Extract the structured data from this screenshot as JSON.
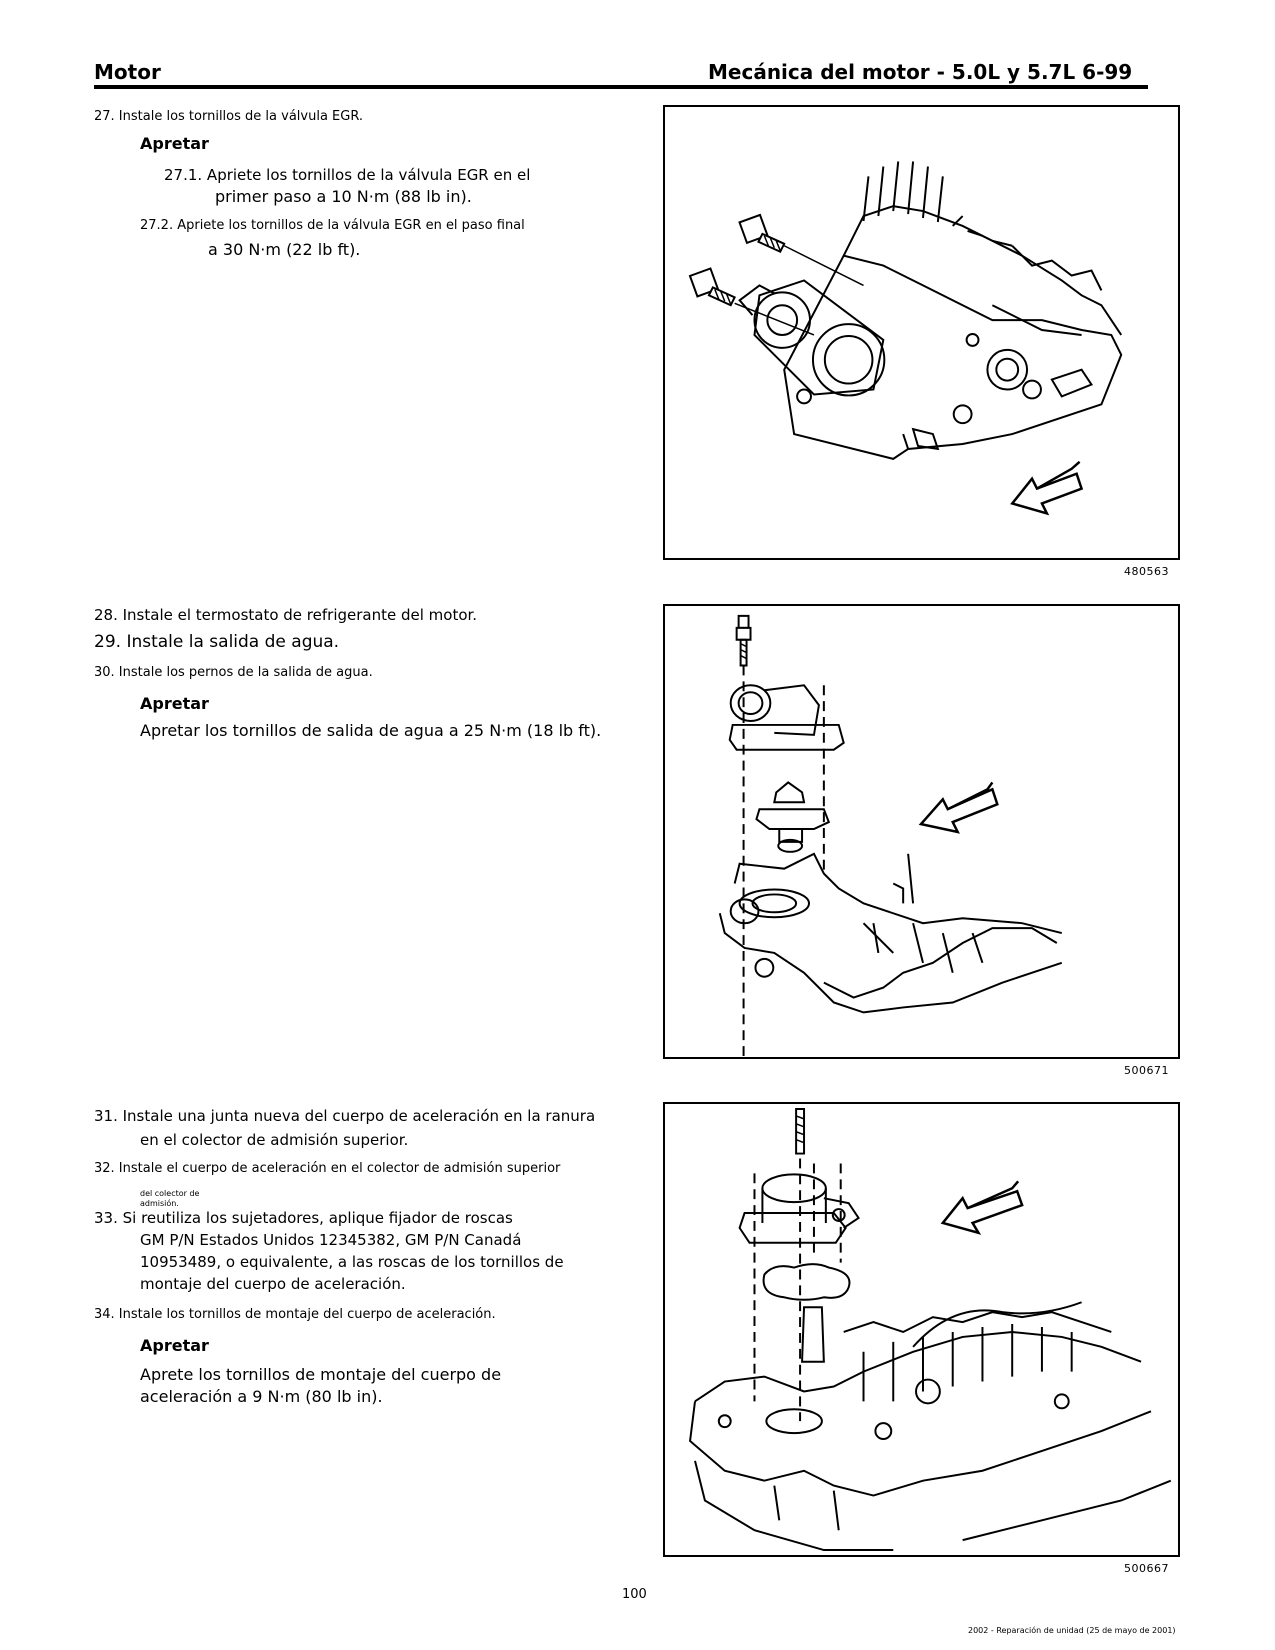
{
  "header": {
    "left": "Motor",
    "right": "Mecánica del motor - 5.0L y 5.7L 6-99"
  },
  "section1": {
    "step27": "27. Instale los tornillos de la válvula EGR.",
    "tighten": "Apretar",
    "s27_1_a": "27.1. Apriete los tornillos de la válvula EGR en el",
    "s27_1_b": "primer paso a 10 N·m (88 lb in).",
    "s27_2_a": "27.2. Apriete los tornillos de la válvula EGR en el paso final",
    "s27_2_b": "a 30 N·m (22 lb ft).",
    "figure_id": "480563"
  },
  "section2": {
    "step28": "28. Instale el termostato de refrigerante del motor.",
    "step29": "29. Instale la salida de agua.",
    "step30": "30. Instale los pernos de la salida de agua.",
    "tighten": "Apretar",
    "tighten_text": "Apretar los tornillos de salida de agua a 25 N·m (18 lb ft).",
    "figure_id": "500671"
  },
  "section3": {
    "step31_a": "31. Instale una junta nueva del cuerpo de aceleración en la ranura",
    "step31_b": "en el colector de admisión superior.",
    "step32": "32. Instale el cuerpo de aceleración en el colector de admisión superior",
    "tiny_1": "del colector de",
    "tiny_2": "admisión.",
    "step33_a": "33. Si reutiliza los sujetadores, aplique fijador de roscas",
    "step33_b": "GM P/N Estados Unidos 12345382, GM P/N Canadá",
    "step33_c": "10953489, o equivalente, a las roscas de los tornillos de",
    "step33_d": "montaje del cuerpo de aceleración.",
    "step34": "34. Instale los tornillos de montaje del cuerpo de aceleración.",
    "tighten": "Apretar",
    "tighten_a": "Aprete los tornillos de montaje del cuerpo de",
    "tighten_b": "aceleración a 9 N·m (80 lb in).",
    "figure_id": "500667"
  },
  "footer": {
    "page_number": "100",
    "note": "2002 - Reparación de unidad (25 de mayo de 2001)"
  }
}
